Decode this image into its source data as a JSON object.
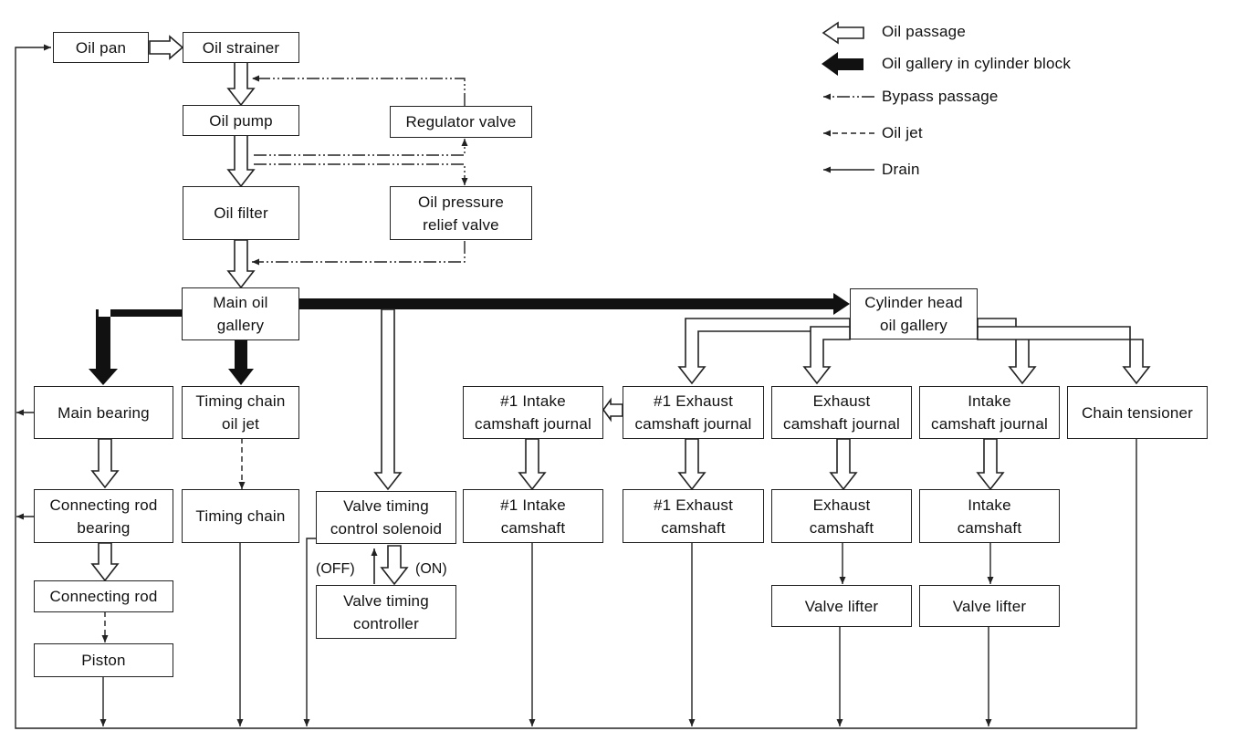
{
  "title": "",
  "boxes": {
    "oil_pan": "Oil pan",
    "oil_strainer": "Oil strainer",
    "oil_pump": "Oil pump",
    "regulator_valve": "Regulator valve",
    "oil_filter": "Oil filter",
    "oil_pressure_relief_valve": "Oil pressure\nrelief valve",
    "main_oil_gallery": "Main oil\ngallery",
    "cylinder_head_oil_gallery": "Cylinder head\noil gallery",
    "main_bearing": "Main bearing",
    "timing_chain_oil_jet": "Timing chain\noil jet",
    "intake1_journal": "#1 Intake\ncamshaft journal",
    "exhaust1_journal": "#1 Exhaust\ncamshaft journal",
    "exhaust_journal": "Exhaust\ncamshaft journal",
    "intake_journal": "Intake\ncamshaft journal",
    "chain_tensioner": "Chain tensioner",
    "connecting_rod_bearing": "Connecting rod\nbearing",
    "timing_chain": "Timing chain",
    "vtc_solenoid": "Valve timing\ncontrol solenoid",
    "intake1_camshaft": "#1 Intake\ncamshaft",
    "exhaust1_camshaft": "#1 Exhaust\ncamshaft",
    "exhaust_camshaft": "Exhaust\ncamshaft",
    "intake_camshaft": "Intake\ncamshaft",
    "connecting_rod": "Connecting rod",
    "vt_controller": "Valve timing\ncontroller",
    "valve_lifter_exhaust": "Valve lifter",
    "valve_lifter_intake": "Valve lifter",
    "piston": "Piston"
  },
  "labels": {
    "off": "(OFF)",
    "on": "(ON)"
  },
  "legend": {
    "oil_passage": "Oil passage",
    "oil_gallery": "Oil gallery in cylinder block",
    "bypass": "Bypass passage",
    "oil_jet": "Oil jet",
    "drain": "Drain"
  }
}
